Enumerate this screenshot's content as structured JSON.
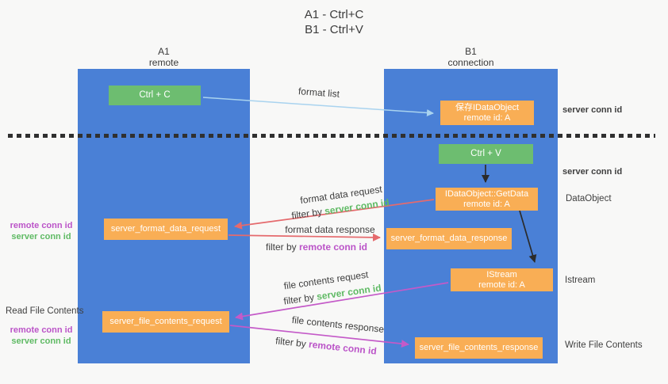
{
  "title": {
    "line1": "A1 - Ctrl+C",
    "line2": "B1 - Ctrl+V"
  },
  "columns": {
    "left": {
      "name": "A1",
      "role": "remote"
    },
    "right": {
      "name": "B1",
      "role": "connection"
    }
  },
  "boxes": {
    "ctrl_c": {
      "label": "Ctrl + C"
    },
    "save_dataobject": {
      "line1": "保存IDataObject",
      "line2": "remote id: A"
    },
    "ctrl_v": {
      "label": "Ctrl + V"
    },
    "getdata": {
      "line1": "IDataObject::GetData",
      "line2": "remote id: A"
    },
    "format_request": {
      "label": "server_format_data_request"
    },
    "format_response": {
      "label": "server_format_data_response"
    },
    "istream": {
      "line1": "IStream",
      "line2": "remote id: A"
    },
    "file_request": {
      "label": "server_file_contents_request"
    },
    "file_response": {
      "label": "server_file_contents_response"
    }
  },
  "arrow_labels": {
    "format_list": "format list",
    "format_data_request": "format data request",
    "format_data_response": "format data response",
    "file_contents_request": "file contents request",
    "file_contents_response": "file contents response"
  },
  "conn": {
    "filter_by": "filter by ",
    "server": "server conn id",
    "remote": "remote conn id"
  },
  "side_labels": {
    "dataobject": "DataObject",
    "istream": "Istream",
    "read_file_contents": "Read File Contents",
    "write_file_contents": "Write File Contents"
  },
  "colors": {
    "lifeline_blue": "#4a80d6",
    "box_orange": "#f9ae55",
    "box_green": "#6dbd70",
    "green_text": "#5fba64",
    "magenta_text": "#bb54c8",
    "red_arrow": "#e56a6d",
    "magenta_arrow": "#c45ac8",
    "light_blue_arrow": "#a9d3ef",
    "black_arrow": "#2b2b2b"
  }
}
